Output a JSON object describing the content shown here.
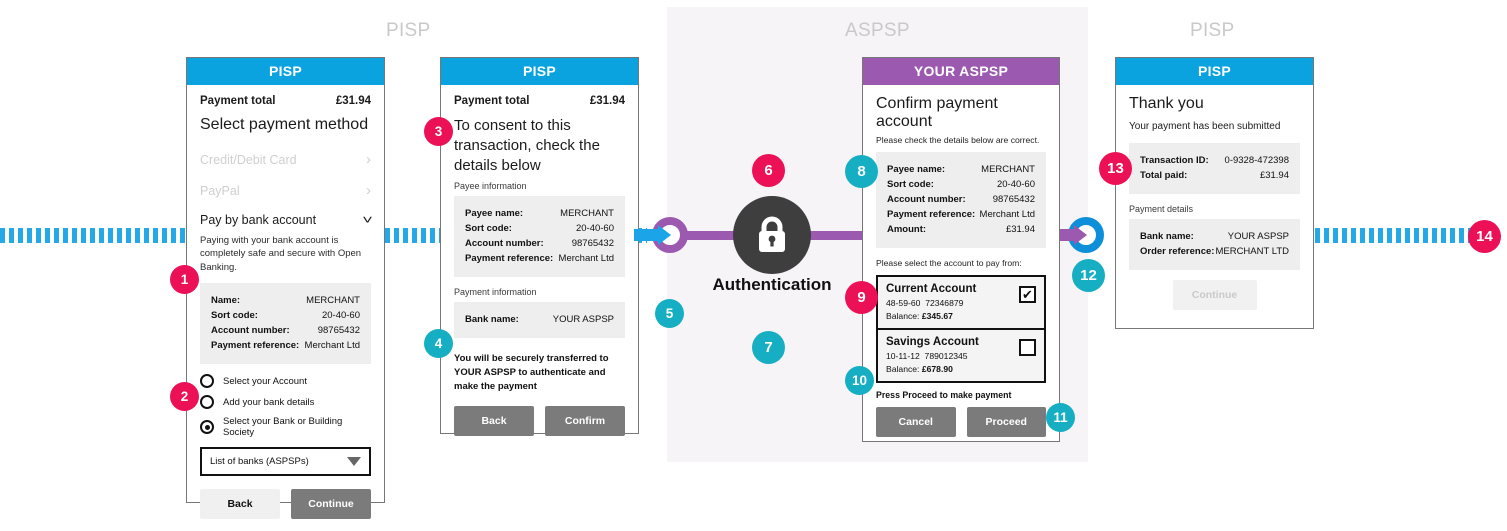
{
  "zones": {
    "pisp_label_1": "PISP",
    "aspsp_label": "ASPSP",
    "pisp_label_2": "PISP"
  },
  "colors": {
    "pisp_header": "#0aa3e0",
    "aspsp_header": "#9b59b0",
    "marker_pink": "#ec1056",
    "marker_teal": "#16aec3",
    "journey_line": "#24a9e6",
    "auth_circle": "#3e3e3e"
  },
  "phone1": {
    "header": "PISP",
    "payment_total_label": "Payment total",
    "payment_total_value": "£31.94",
    "title": "Select payment method",
    "methods": [
      {
        "label": "Credit/Debit Card",
        "state": "disabled"
      },
      {
        "label": "PayPal",
        "state": "disabled"
      },
      {
        "label": "Pay by bank account",
        "state": "expanded"
      }
    ],
    "blurb": "Paying with your bank account is completely safe and secure with Open Banking.",
    "details": [
      {
        "key": "Name:",
        "value": "MERCHANT"
      },
      {
        "key": "Sort code:",
        "value": "20-40-60"
      },
      {
        "key": "Account number:",
        "value": "98765432"
      },
      {
        "key": "Payment reference:",
        "value": "Merchant Ltd"
      }
    ],
    "options": [
      {
        "label": "Select your Account",
        "selected": false
      },
      {
        "label": "Add your bank details",
        "selected": false
      },
      {
        "label": "Select your Bank or Building Society",
        "selected": true
      }
    ],
    "select_value": "List of banks (ASPSPs)",
    "back_label": "Back",
    "continue_label": "Continue"
  },
  "phone2": {
    "header": "PISP",
    "payment_total_label": "Payment total",
    "payment_total_value": "£31.94",
    "title": "To consent to this transaction, check the details below",
    "payee_section_label": "Payee information",
    "payee": [
      {
        "key": "Payee name:",
        "value": "MERCHANT"
      },
      {
        "key": "Sort code:",
        "value": "20-40-60"
      },
      {
        "key": "Account number:",
        "value": "98765432"
      },
      {
        "key": "Payment reference:",
        "value": "Merchant Ltd"
      }
    ],
    "payment_section_label": "Payment information",
    "payment": [
      {
        "key": "Bank name:",
        "value": "YOUR ASPSP"
      }
    ],
    "note": "You will be securely transferred to YOUR ASPSP to authenticate and make the payment",
    "back_label": "Back",
    "confirm_label": "Confirm"
  },
  "auth": {
    "label": "Authentication",
    "icon": "padlock-icon"
  },
  "phone3": {
    "header": "YOUR ASPSP",
    "title": "Confirm payment account",
    "subtitle": "Please check the details below are correct.",
    "details": [
      {
        "key": "Payee name:",
        "value": "MERCHANT"
      },
      {
        "key": "Sort code:",
        "value": "20-40-60"
      },
      {
        "key": "Account number:",
        "value": "98765432"
      },
      {
        "key": "Payment reference:",
        "value": "Merchant Ltd"
      },
      {
        "key": "Amount:",
        "value": "£31.94"
      }
    ],
    "select_prompt": "Please select the account to pay from:",
    "accounts": [
      {
        "name": "Current Account",
        "sort_code": "48-59-60",
        "number": "72346879",
        "balance_label": "Balance:",
        "balance": "£345.67",
        "checked": true
      },
      {
        "name": "Savings Account",
        "sort_code": "10-11-12",
        "number": "789012345",
        "balance_label": "Balance:",
        "balance": "£678.90",
        "checked": false
      }
    ],
    "press_note": "Press Proceed to make payment",
    "cancel_label": "Cancel",
    "proceed_label": "Proceed"
  },
  "phone4": {
    "header": "PISP",
    "title": "Thank you",
    "subtitle": "Your payment has been submitted",
    "summary": [
      {
        "key": "Transaction ID:",
        "value": "0-9328-472398"
      },
      {
        "key": "Total paid:",
        "value": "£31.94"
      }
    ],
    "details_label": "Payment details",
    "details": [
      {
        "key": "Bank name:",
        "value": "YOUR ASPSP"
      },
      {
        "key": "Order reference:",
        "value": "MERCHANT LTD"
      }
    ],
    "continue_label": "Continue"
  },
  "markers": [
    {
      "n": "1",
      "color": "pink"
    },
    {
      "n": "2",
      "color": "pink"
    },
    {
      "n": "3",
      "color": "pink"
    },
    {
      "n": "4",
      "color": "teal"
    },
    {
      "n": "5",
      "color": "teal"
    },
    {
      "n": "6",
      "color": "pink"
    },
    {
      "n": "7",
      "color": "teal"
    },
    {
      "n": "8",
      "color": "teal"
    },
    {
      "n": "9",
      "color": "pink"
    },
    {
      "n": "10",
      "color": "teal"
    },
    {
      "n": "11",
      "color": "teal"
    },
    {
      "n": "12",
      "color": "teal"
    },
    {
      "n": "13",
      "color": "pink"
    },
    {
      "n": "14",
      "color": "pink"
    }
  ]
}
